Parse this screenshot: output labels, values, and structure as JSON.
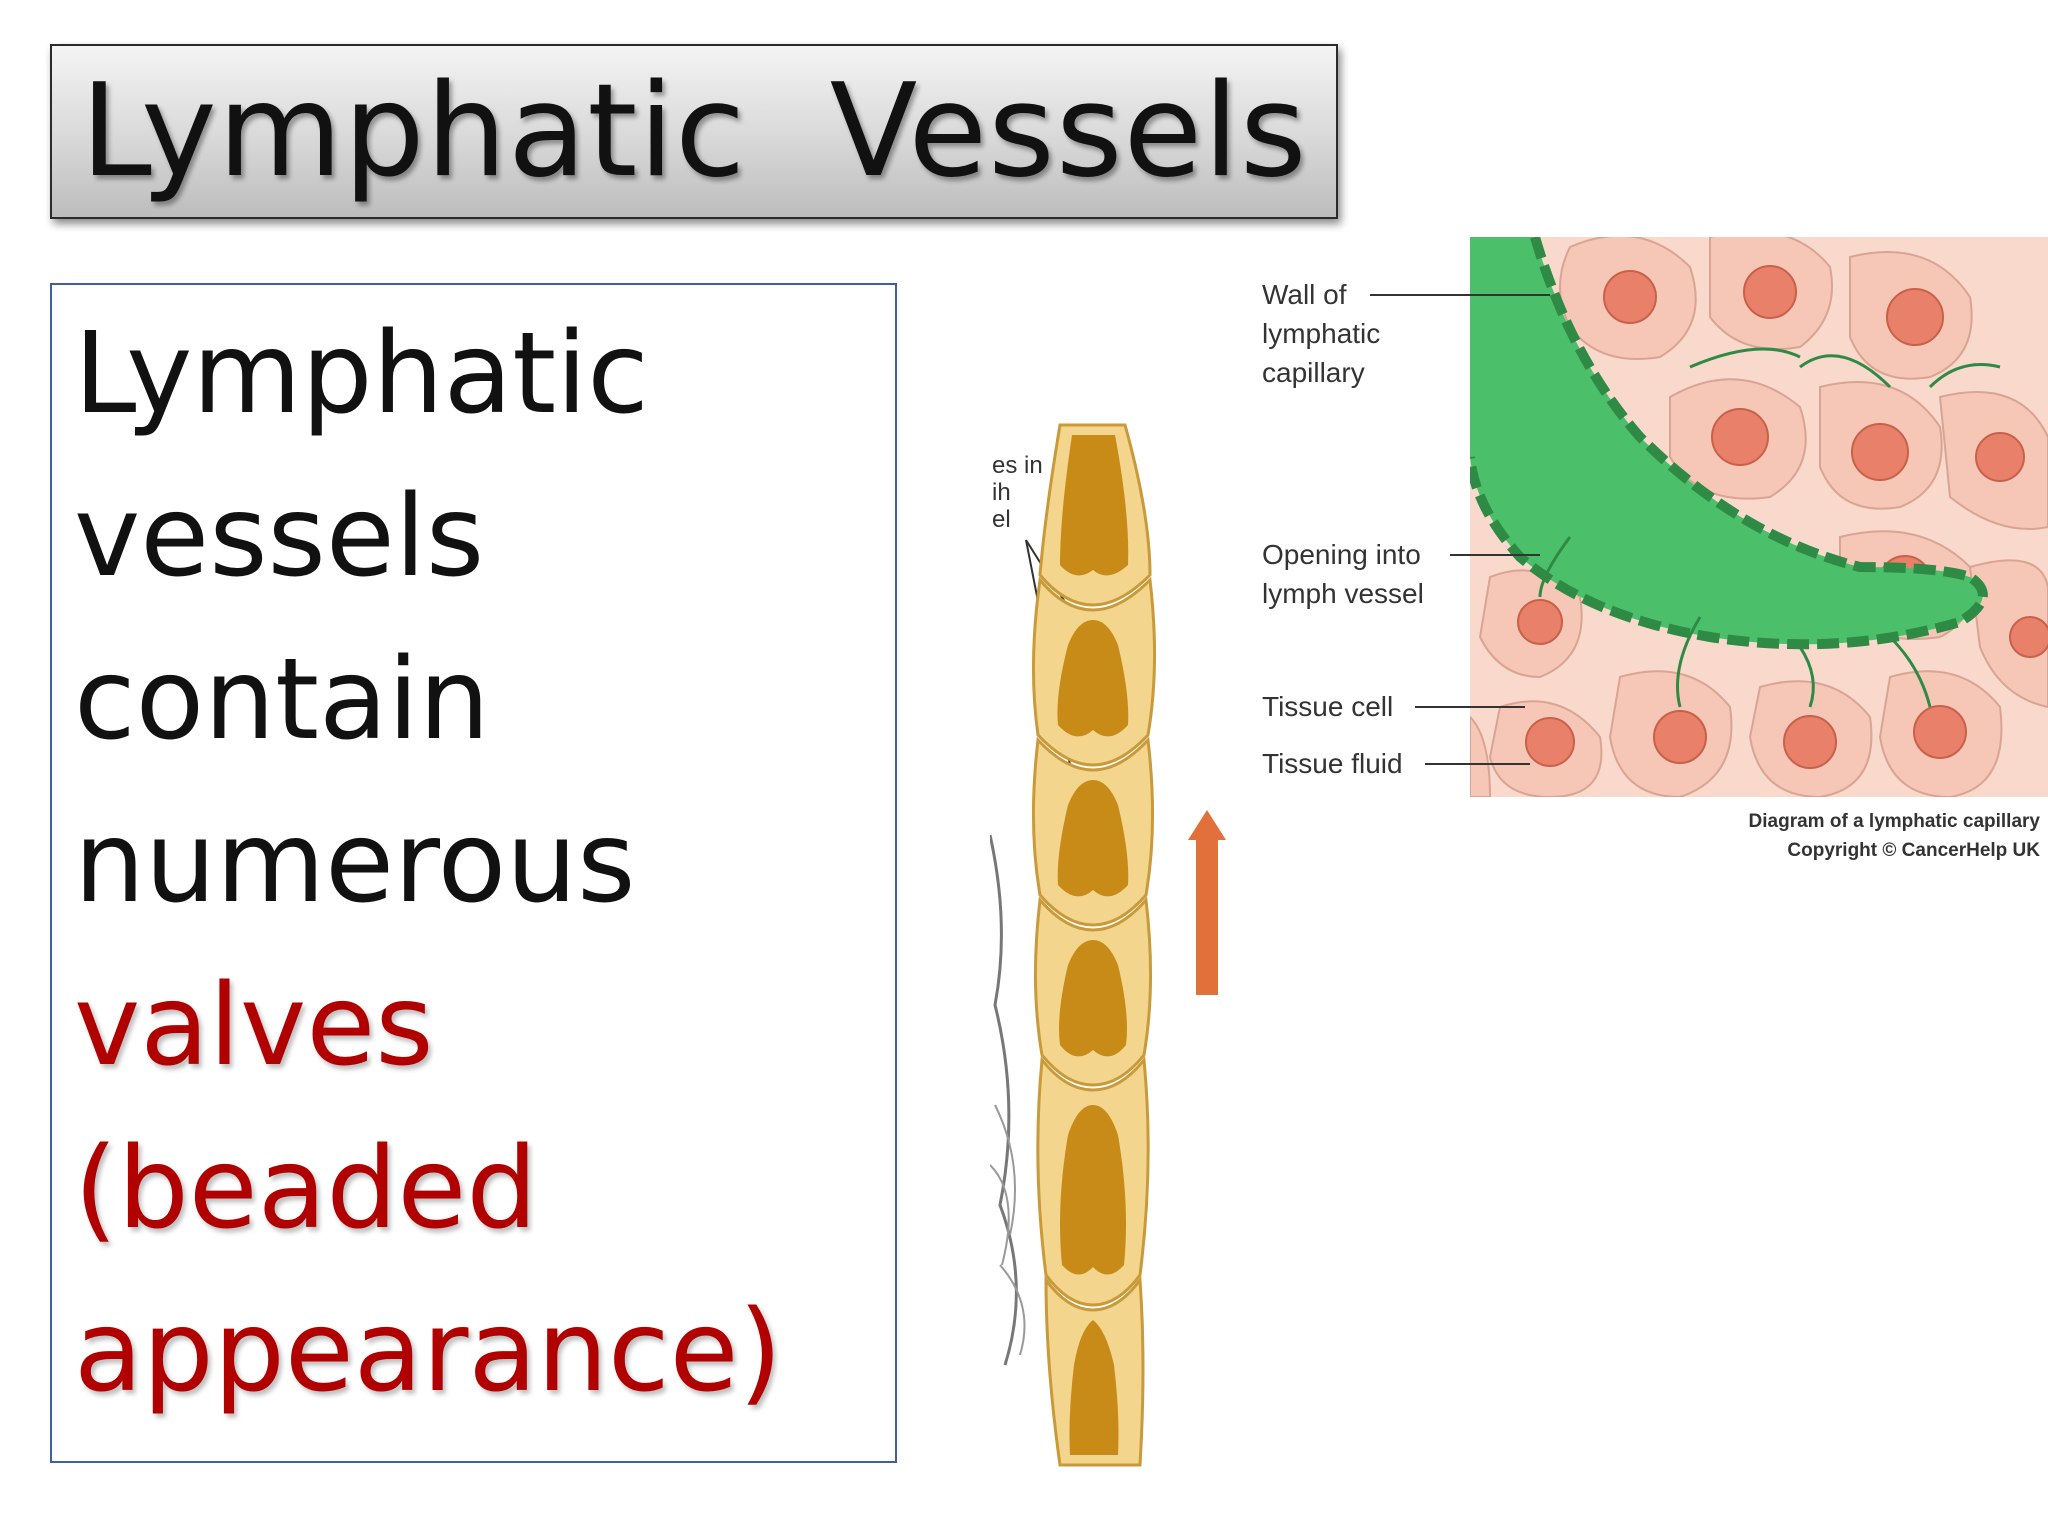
{
  "title": "Lymphatic  Vessels",
  "body_text": {
    "lines": [
      "Lymphatic",
      "vessels",
      "contain",
      "numerous"
    ],
    "highlight_lines": [
      "valves",
      "(beaded",
      "appearance)"
    ]
  },
  "colors": {
    "highlight": "#b00000",
    "title_text": "#111111",
    "box_border": "#3f5f9e",
    "lymph_green": "#4cbf6a",
    "tissue_cell": "#f6c7b6",
    "nucleus": "#e9806a",
    "arrow_orange": "#e2703a"
  },
  "figure_vessel": {
    "partial_label_lines": [
      "es in",
      "ih",
      "el"
    ],
    "arrow_direction": "up"
  },
  "figure_capillary": {
    "labels": {
      "wall_line1": "Wall of",
      "wall_line2": "lymphatic",
      "wall_line3": "capillary",
      "opening_line1": "Opening into",
      "opening_line2": "lymph vessel",
      "tissue_cell": "Tissue cell",
      "tissue_fluid": "Tissue fluid"
    },
    "caption_line1": "Diagram of a lymphatic capillary",
    "caption_line2": "Copyright © CancerHelp UK"
  }
}
